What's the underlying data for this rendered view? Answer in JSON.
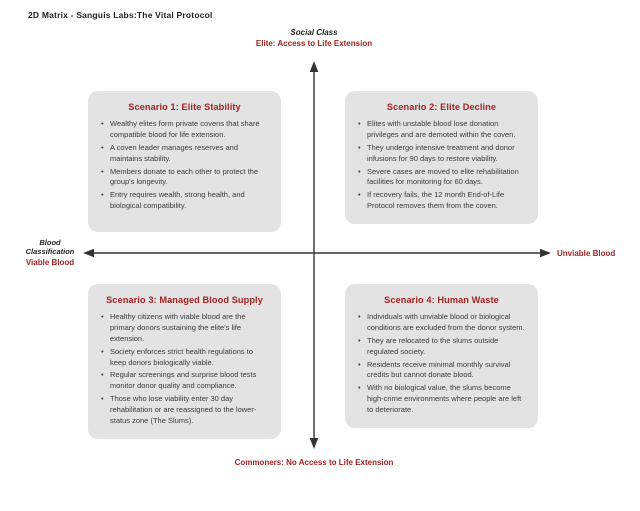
{
  "page": {
    "title": "2D Matrix - Sanguis Labs:The Vital Protocol"
  },
  "colors": {
    "accent_red": "#a32323",
    "box_bg": "#e3e3e3",
    "axis_color": "#333333",
    "body_text": "#3a3a3a",
    "title_text": "#1f1f1f"
  },
  "axes": {
    "vertical": {
      "name": "Social Class",
      "top_label": "Elite: Access to Life Extension",
      "bottom_label": "Commoners: No Access to Life Extension"
    },
    "horizontal": {
      "name": "Blood Classification",
      "left_label": "Viable Blood",
      "right_label": "Unviable Blood"
    }
  },
  "quadrants": [
    {
      "title": "Scenario 1: Elite Stability",
      "bullets": [
        "Wealthy elites form private covens that share compatible blood for life extension.",
        "A coven leader manages reserves and maintains stability.",
        "Members donate to each other to protect the group's longevity.",
        "Entry requires wealth, strong health, and biological compatibility."
      ]
    },
    {
      "title": "Scenario 2: Elite Decline",
      "bullets": [
        "Elites with unstable blood lose donation privileges and are demoted within the coven.",
        "They undergo intensive treatment and donor infusions for 90 days to restore viability.",
        "Severe cases are moved to elite rehabilitation facilities for monitoring for 60 days.",
        "If recovery fails, the 12 month End-of-Life Protocol removes them from the coven."
      ]
    },
    {
      "title": "Scenario 3: Managed Blood Supply",
      "bullets": [
        "Healthy citizens with viable blood are the primary donors sustaining the elite's life extension.",
        "Society enforces strict health regulations to keep donors biologically viable.",
        "Regular screenings and surprise blood tests monitor donor quality and compliance.",
        "Those who lose viability enter 30 day rehabilitation or are reassigned to the lower-status zone (The Slums)."
      ]
    },
    {
      "title": "Scenario 4: Human Waste",
      "bullets": [
        "Individuals with unviable blood or biological conditions are excluded from the donor system.",
        "They are relocated to the slums outside regulated society.",
        "Residents receive minimal monthly survival credits but cannot donate blood.",
        "With no biological value, the slums become high-crime environments where people are left to deteriorate."
      ]
    }
  ]
}
